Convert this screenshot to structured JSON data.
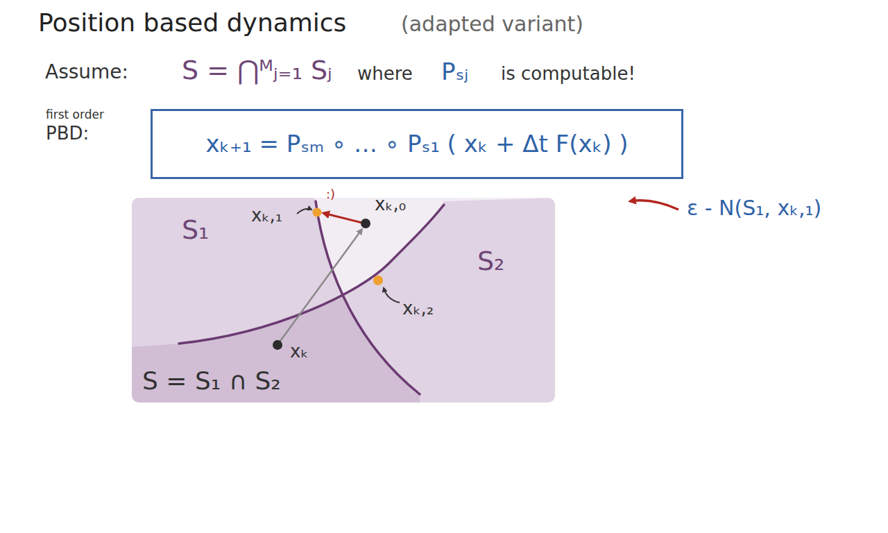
{
  "diagram": {
    "title": "Position based dynamics",
    "nodes": [
      {
        "text": [
          "xₖ₊₁ = Pₛₘ ∘ … ∘ Pₛ₁ ( xₖ + Δt F(xₖ) )"
        ]
      }
    ],
    "labels": [
      "(adapted variant)",
      "Assume:",
      "S = ⋂ᴹⱼ₌₁ Sⱼ",
      "where",
      "Pₛⱼ",
      "is computable!",
      "first order",
      "PBD:",
      "S₁",
      "xₖ,₁",
      ":)",
      "xₖ,₀",
      "S₂",
      "xₖ,₂",
      "xₖ",
      "S = S₁ ∩ S₂",
      "ε - N(S₁, xₖ,₁)"
    ]
  }
}
